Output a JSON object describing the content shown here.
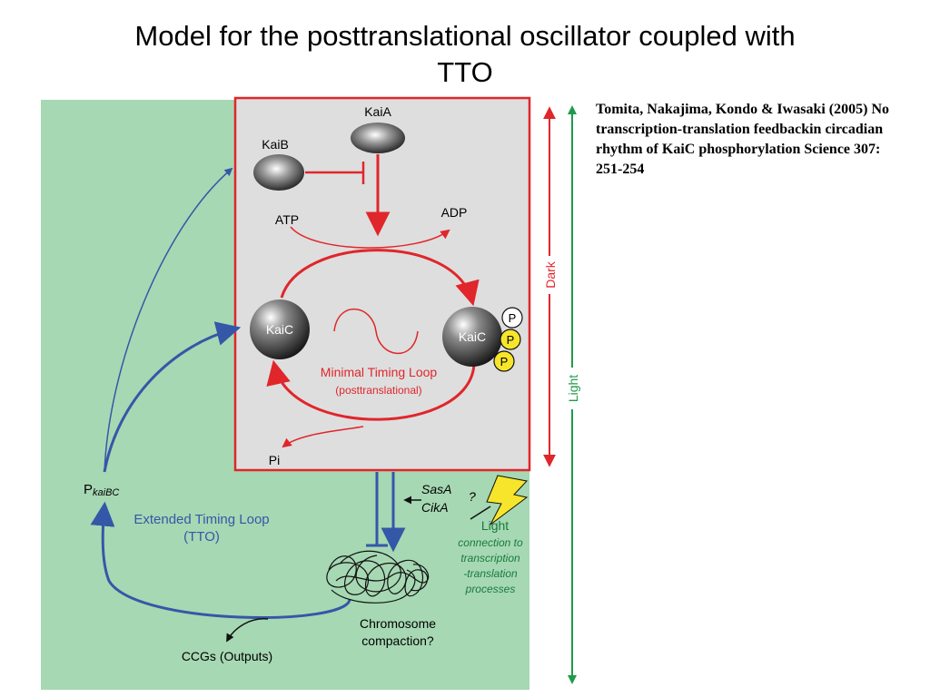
{
  "title_line1": "Model for the posttranslational oscillator coupled with",
  "title_line2": "TTO",
  "citation": "Tomita, Nakajima, Kondo & Iwasaki (2005) No transcription-translation feedbackin circadian rhythm of KaiC phosphorylation Science 307: 251-254",
  "labels": {
    "kaia": "KaiA",
    "kaib": "KaiB",
    "atp": "ATP",
    "adp": "ADP",
    "kaic_left": "KaiC",
    "kaic_right": "KaiC",
    "phos": "P",
    "minimal_loop": "Minimal Timing Loop",
    "posttranslational": "(posttranslational)",
    "pi": "Pi",
    "pkaibc_main": "P",
    "pkaibc_sub": "kaiBC",
    "extended_loop": "Extended Timing Loop",
    "tto": "(TTO)",
    "sasa": "SasA",
    "cika": "CikA",
    "question": "?",
    "light": "Light",
    "connection": [
      "connection to",
      "transcription",
      "-translation",
      "processes"
    ],
    "chromosome": "Chromosome",
    "compaction": "compaction?",
    "ccgs": "CCGs (Outputs)",
    "dark_axis": "Dark",
    "light_axis": "Light"
  },
  "colors": {
    "green_panel": "#a6d8b3",
    "gray_box": "#dedede",
    "red": "#e0262b",
    "blue": "#3557a8",
    "green": "#1f9a4a",
    "yellow": "#f7e52b"
  }
}
